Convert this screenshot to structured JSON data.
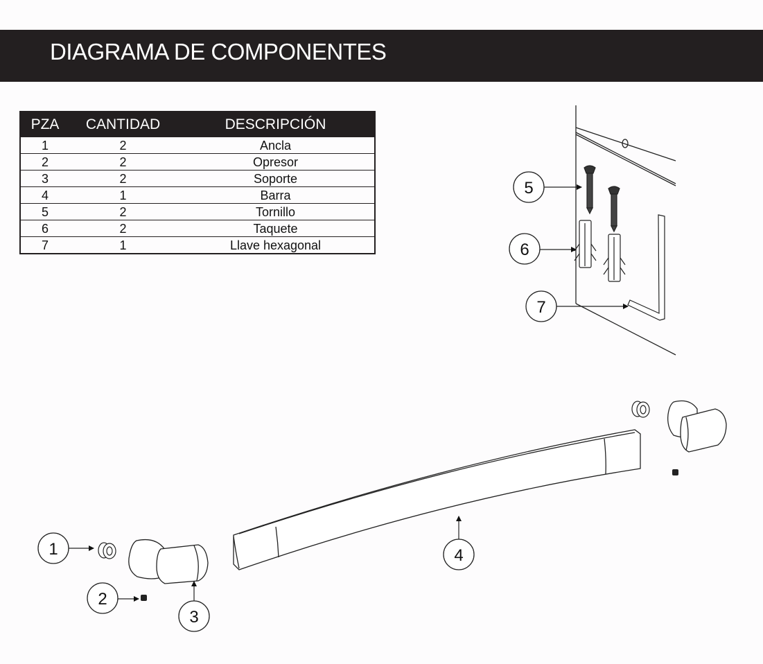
{
  "title": "DIAGRAMA DE COMPONENTES",
  "table": {
    "headers": [
      "PZA",
      "CANTIDAD",
      "DESCRIPCIÓN"
    ],
    "rows": [
      [
        "1",
        "2",
        "Ancla"
      ],
      [
        "2",
        "2",
        "Opresor"
      ],
      [
        "3",
        "2",
        "Soporte"
      ],
      [
        "4",
        "1",
        "Barra"
      ],
      [
        "5",
        "2",
        "Tornillo"
      ],
      [
        "6",
        "2",
        "Taquete"
      ],
      [
        "7",
        "1",
        "Llave hexagonal"
      ]
    ]
  },
  "callouts": [
    "1",
    "2",
    "3",
    "4",
    "5",
    "6",
    "7"
  ]
}
